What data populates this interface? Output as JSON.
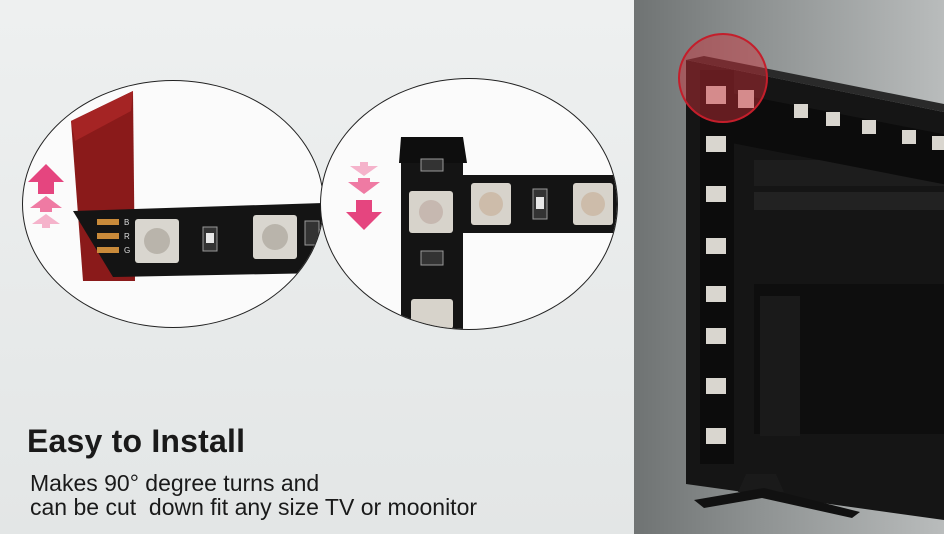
{
  "headline": "Easy to Install",
  "description": [
    "Makes 90° degree turns and",
    "can be cut  down fit any size TV or moonitor"
  ],
  "strip_pad_labels": [
    "B",
    "R",
    "G"
  ],
  "colors": {
    "arrow_pink": "#e5457f",
    "strip_black": "#141414",
    "highlight_red": "#d0303a",
    "text": "#1a1a1a"
  },
  "icons": [
    "arrow-up-icon",
    "arrow-down-icon"
  ]
}
